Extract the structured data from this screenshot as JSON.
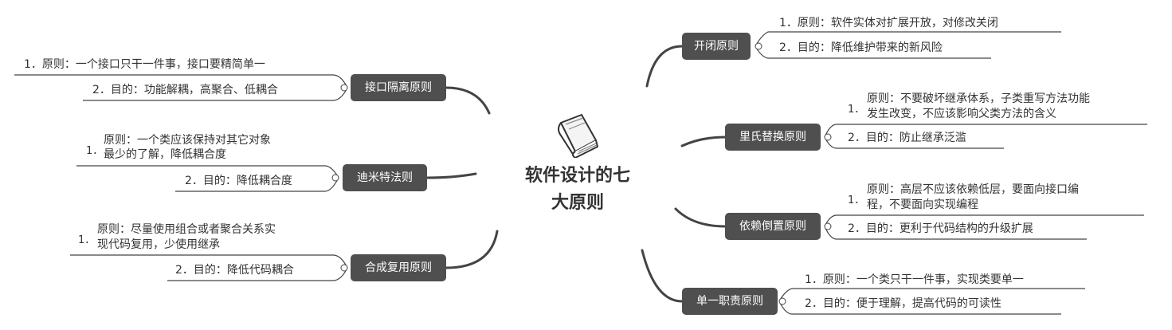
{
  "center": {
    "line1": "软件设计的七",
    "line2": "大原则"
  },
  "right": {
    "ocp": {
      "title": "开闭原则",
      "p1": "1．原则：软件实体对扩展开放，对修改关闭",
      "p2": "2．目的：降低维护带来的新风险"
    },
    "lsp": {
      "title": "里氏替换原则",
      "num": "1．",
      "p1a": "原则：不要破坏继承体系，子类重写方法功能",
      "p1b": "发生改变，不应该影响父类方法的含义",
      "p2": "2．目的：防止继承泛滥"
    },
    "dip": {
      "title": "依赖倒置原则",
      "num": "1．",
      "p1a": "原则：高层不应该依赖低层，要面向接口编",
      "p1b": "程，不要面向实现编程",
      "p2": "2．目的：更利于代码结构的升级扩展"
    },
    "srp": {
      "title": "单一职责原则",
      "p1": "1．原则：一个类只干一件事，实现类要单一",
      "p2": "2．目的：便于理解，提高代码的可读性"
    }
  },
  "left": {
    "isp": {
      "title": "接口隔离原则",
      "p1": "1．原则：一个接口只干一件事，接口要精简单一",
      "p2": "2．目的：功能解耦，高聚合、低耦合"
    },
    "lod": {
      "title": "迪米特法则",
      "num": "1．",
      "p1a": "原则：一个类应该保持对其它对象",
      "p1b": "最少的了解，降低耦合度",
      "p2": "2．目的：降低耦合度"
    },
    "crp": {
      "title": "合成复用原则",
      "num": "1．",
      "p1a": "原则：尽量使用组合或者聚合关系实",
      "p1b": "现代码复用，少使用继承",
      "p2": "2．目的：降低代码耦合"
    }
  }
}
